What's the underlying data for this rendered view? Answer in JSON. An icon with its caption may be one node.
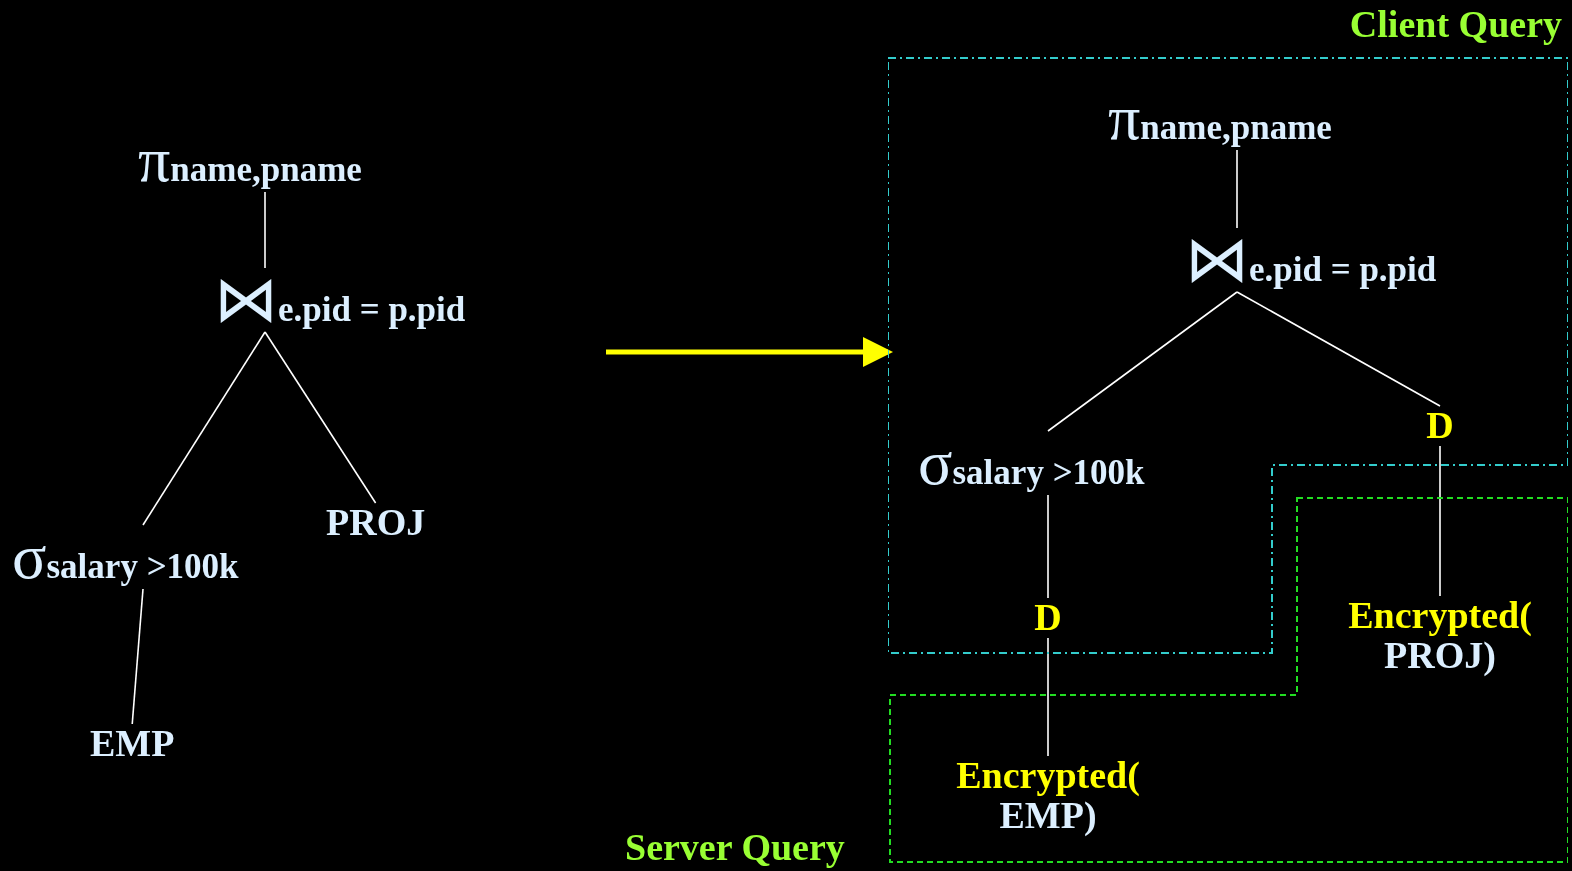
{
  "diagram": {
    "nodes": [
      {
        "text": [
          "π$_{name,pname}$"
        ]
      },
      {
        "text": [
          "⋈$_{e.pid = p.pid}$"
        ]
      },
      {
        "text": [
          "σ$_{salary >100k}$"
        ]
      },
      {
        "text": [
          "PROJ"
        ]
      },
      {
        "text": [
          "EMP"
        ]
      },
      {
        "text": [
          "Client Query"
        ]
      },
      {
        "text": [
          "π$_{name,pname}$"
        ],
        "in": 5
      },
      {
        "text": [
          "⋈$_{e.pid = p.pid}$"
        ],
        "in": 5
      },
      {
        "text": [
          "σ$_{salary >100k}$"
        ],
        "in": 5
      },
      {
        "text": [
          "D"
        ],
        "in": 5
      },
      {
        "text": [
          "D"
        ],
        "in": 5
      },
      {
        "text": [
          "Server Query"
        ]
      },
      {
        "text": [
          "Encrypted(",
          "PROJ)"
        ],
        "in": 11
      },
      {
        "text": [
          "Encrypted(",
          "EMP)"
        ],
        "in": 11
      }
    ],
    "edges": [
      {
        "from": 0,
        "to": 1,
        "arrow": "none"
      },
      {
        "from": 1,
        "to": 2,
        "arrow": "none"
      },
      {
        "from": 1,
        "to": 3,
        "arrow": "none"
      },
      {
        "from": 2,
        "to": 4,
        "arrow": "none"
      },
      {
        "from": null,
        "to": 5,
        "arrow": "to",
        "style": "thick",
        "color": "#ffff00"
      },
      {
        "from": 6,
        "to": 7,
        "arrow": "none"
      },
      {
        "from": 7,
        "to": 8,
        "arrow": "none"
      },
      {
        "from": 7,
        "to": 9,
        "arrow": "none"
      },
      {
        "from": 8,
        "to": 10,
        "arrow": "none"
      },
      {
        "from": 9,
        "to": 12,
        "arrow": "none"
      },
      {
        "from": 10,
        "to": 13,
        "arrow": "none"
      }
    ]
  }
}
